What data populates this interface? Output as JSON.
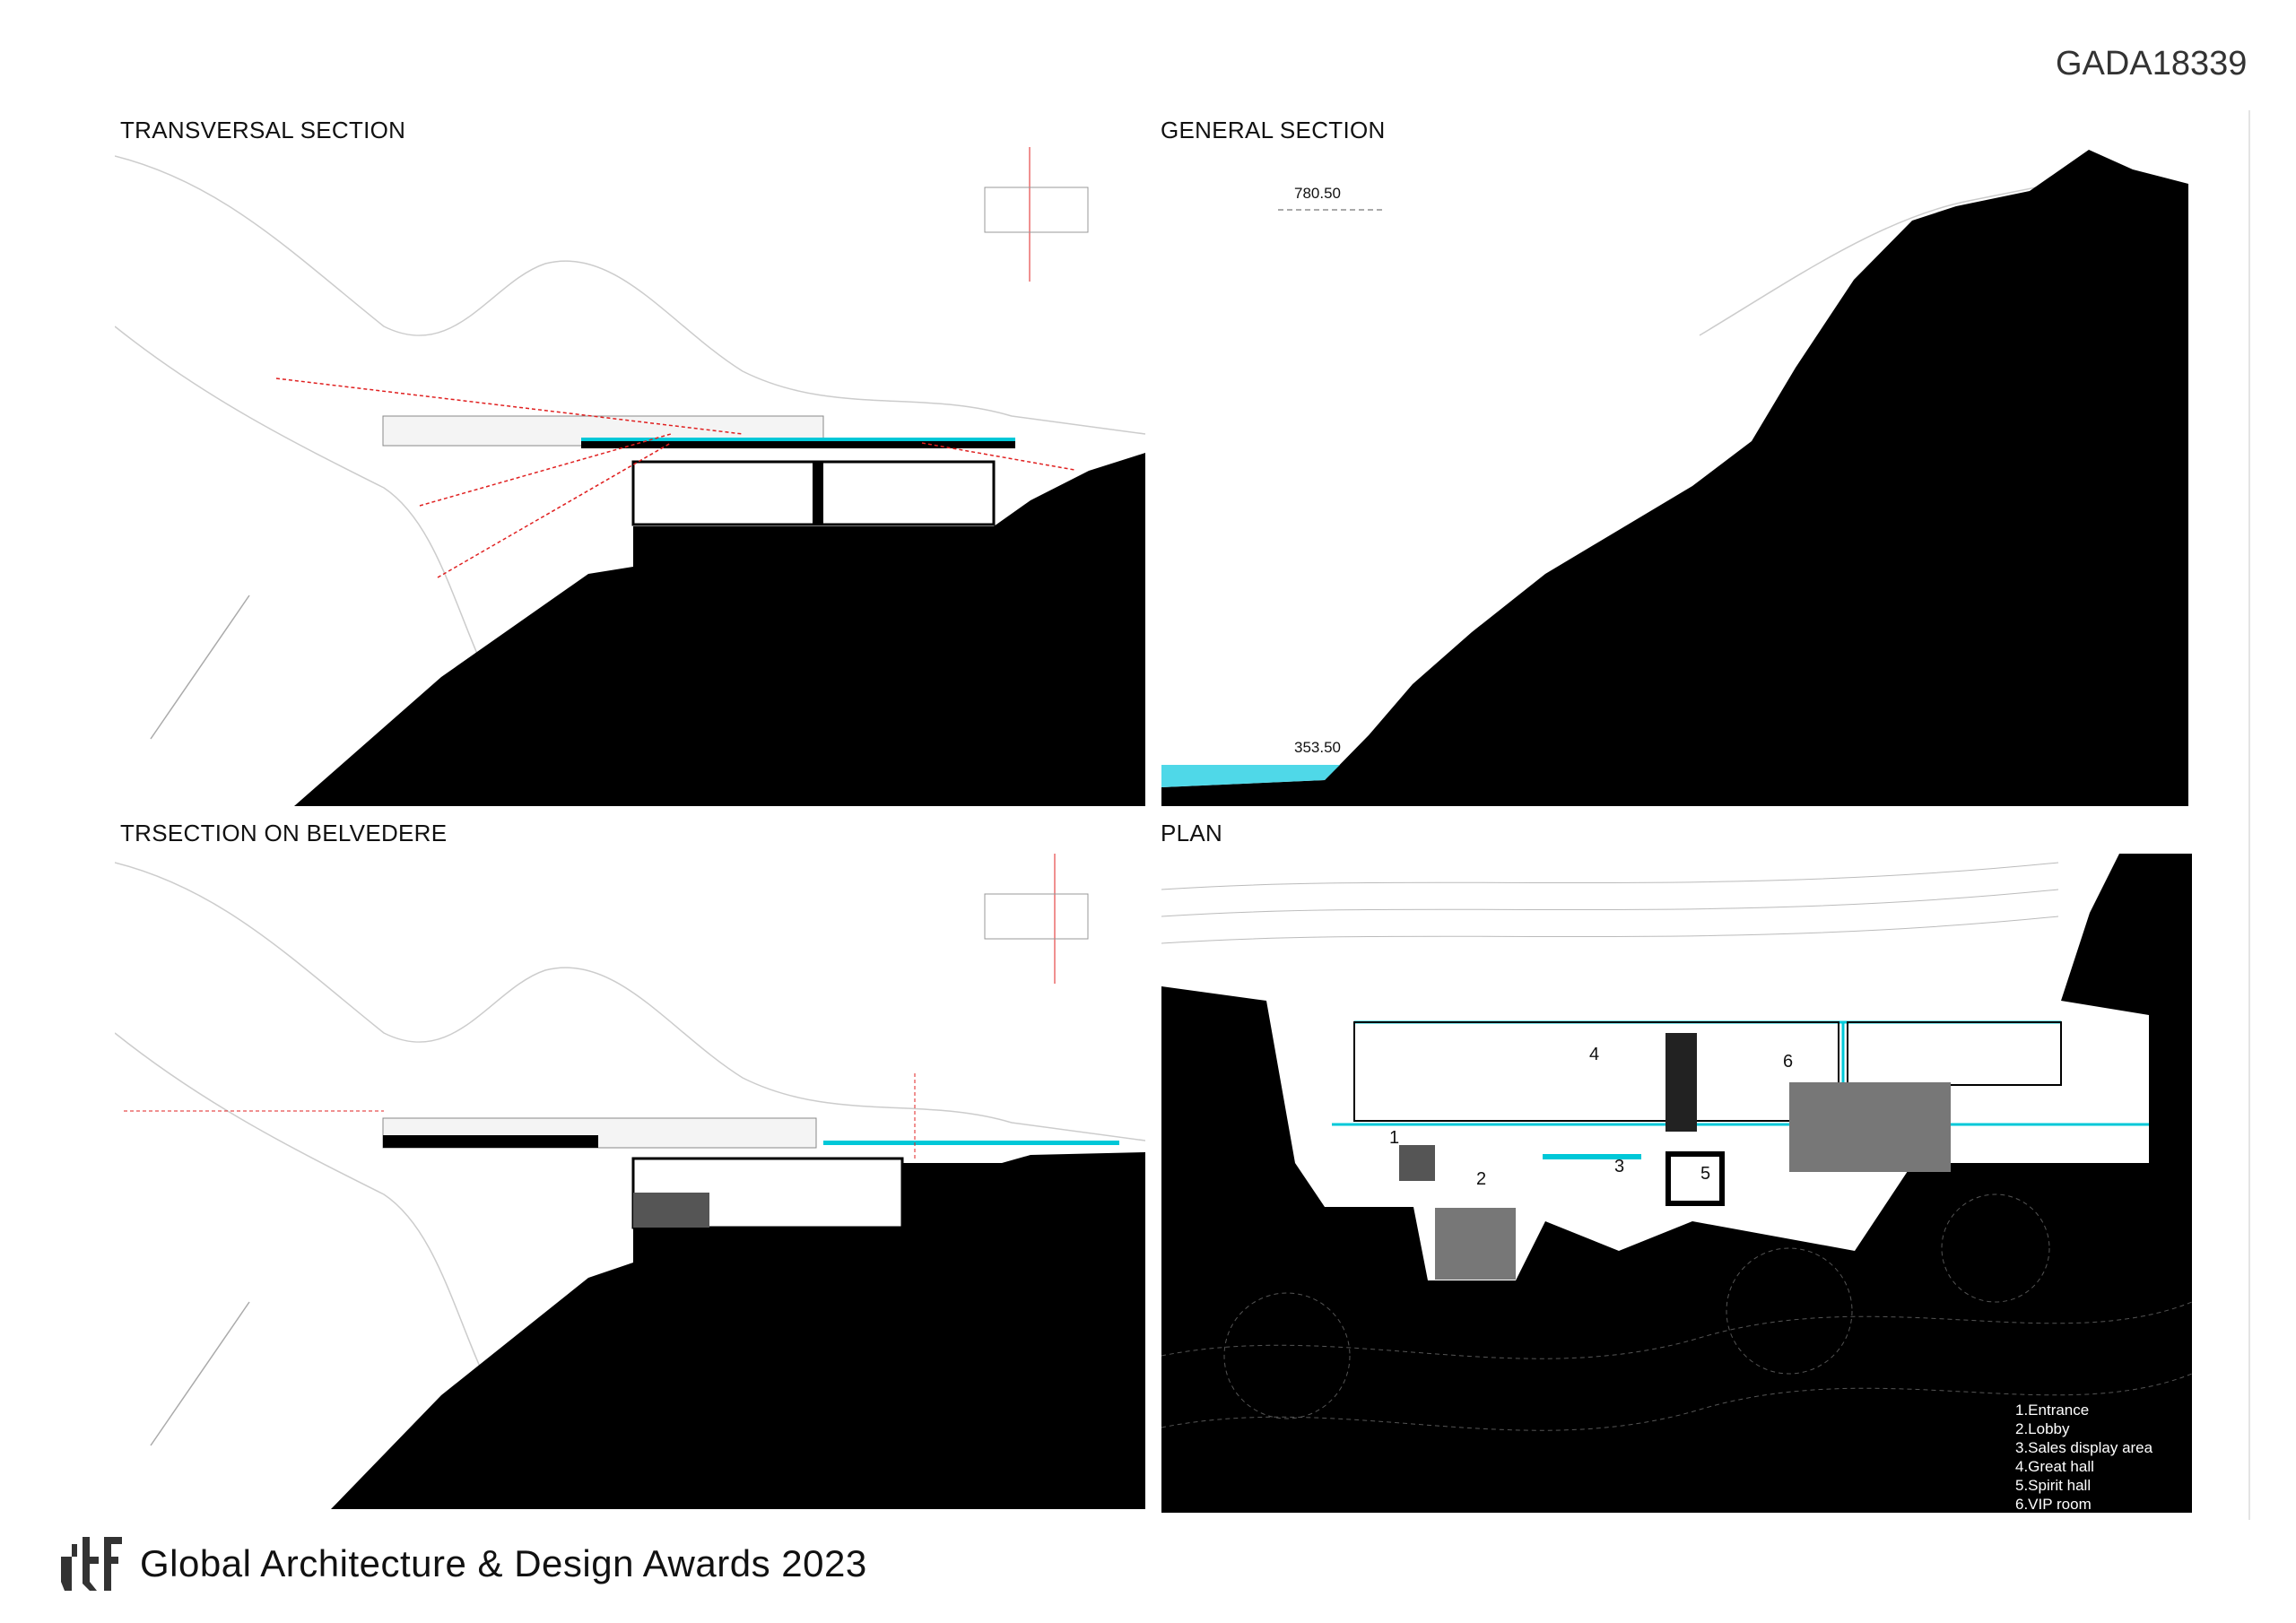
{
  "header": {
    "project_code": "GADA18339"
  },
  "panels": {
    "transversal": {
      "title": "TRANSVERSAL SECTION"
    },
    "general": {
      "title": "GENERAL SECTION",
      "elevation_top": "780.50",
      "elevation_bottom": "353.50"
    },
    "belvedere": {
      "title": "TRSECTION ON BELVEDERE"
    },
    "plan": {
      "title": "PLAN",
      "numbers": [
        "1",
        "2",
        "3",
        "4",
        "5",
        "6"
      ],
      "legend": [
        "1.Entrance",
        "2.Lobby",
        "3.Sales display area",
        "4.Great hall",
        "5.Spirit hall",
        "6.VIP room"
      ]
    }
  },
  "footer": {
    "logo": "rtf",
    "text": "Global Architecture & Design Awards 2023"
  },
  "colors": {
    "water": "#4fd8e8",
    "accent_line": "#00c8d8",
    "arrow": "#e02020",
    "ground": "#000000"
  }
}
